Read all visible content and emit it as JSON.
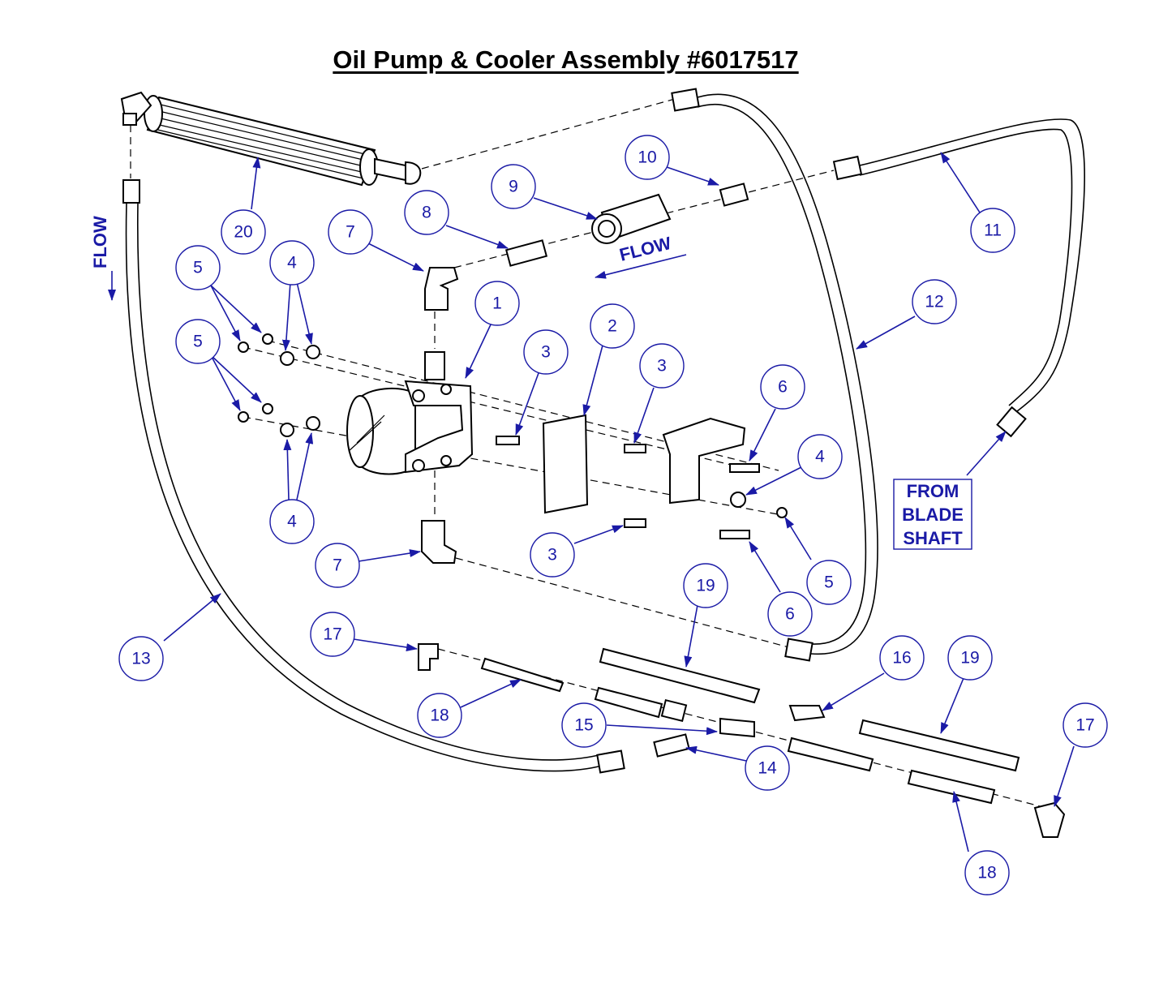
{
  "title": "Oil Pump & Cooler Assembly #6017517",
  "flow_labels": [
    "FLOW",
    "FLOW"
  ],
  "from_box": {
    "line1": "FROM",
    "line2": "BLADE",
    "line3": "SHAFT"
  },
  "callouts": [
    {
      "id": "c1",
      "label": "1"
    },
    {
      "id": "c2",
      "label": "2"
    },
    {
      "id": "c3a",
      "label": "3"
    },
    {
      "id": "c3b",
      "label": "3"
    },
    {
      "id": "c3c",
      "label": "3"
    },
    {
      "id": "c4a",
      "label": "4"
    },
    {
      "id": "c4b",
      "label": "4"
    },
    {
      "id": "c4c",
      "label": "4"
    },
    {
      "id": "c5a",
      "label": "5"
    },
    {
      "id": "c5b",
      "label": "5"
    },
    {
      "id": "c5c",
      "label": "5"
    },
    {
      "id": "c6a",
      "label": "6"
    },
    {
      "id": "c6b",
      "label": "6"
    },
    {
      "id": "c7a",
      "label": "7"
    },
    {
      "id": "c7b",
      "label": "7"
    },
    {
      "id": "c8",
      "label": "8"
    },
    {
      "id": "c9",
      "label": "9"
    },
    {
      "id": "c10",
      "label": "10"
    },
    {
      "id": "c11",
      "label": "11"
    },
    {
      "id": "c12",
      "label": "12"
    },
    {
      "id": "c13",
      "label": "13"
    },
    {
      "id": "c14",
      "label": "14"
    },
    {
      "id": "c15",
      "label": "15"
    },
    {
      "id": "c16",
      "label": "16"
    },
    {
      "id": "c17a",
      "label": "17"
    },
    {
      "id": "c17b",
      "label": "17"
    },
    {
      "id": "c18a",
      "label": "18"
    },
    {
      "id": "c18b",
      "label": "18"
    },
    {
      "id": "c19a",
      "label": "19"
    },
    {
      "id": "c19b",
      "label": "19"
    },
    {
      "id": "c20",
      "label": "20"
    }
  ],
  "colors": {
    "callout": "#1a1aa6",
    "line": "#000000",
    "background": "#ffffff"
  }
}
